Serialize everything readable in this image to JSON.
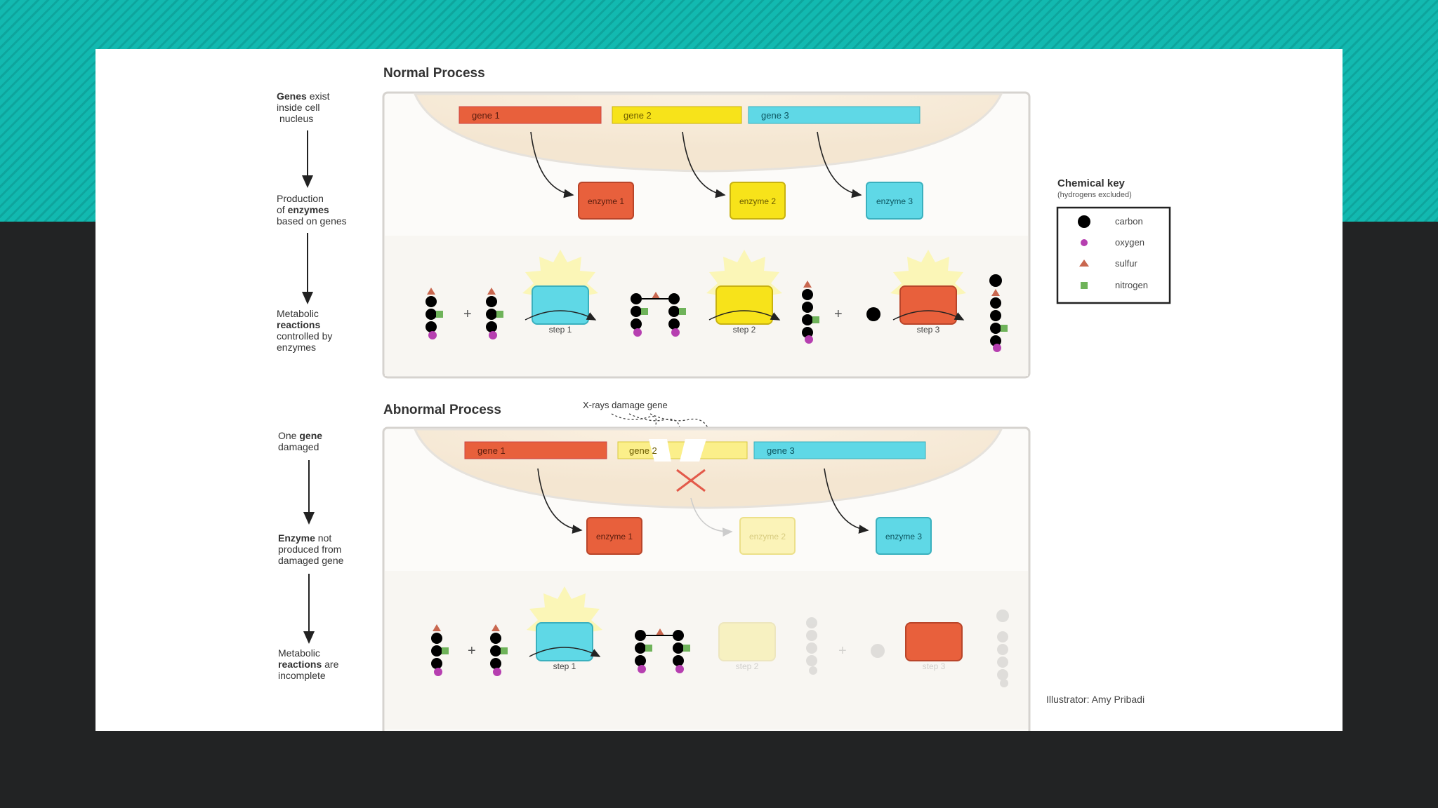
{
  "normal": {
    "title": "Normal Process",
    "side_labels": [
      [
        "Genes",
        " exist"
      ],
      [
        "inside cell"
      ],
      [
        "nucleus"
      ],
      [
        "Production"
      ],
      [
        "of ",
        "enzymes"
      ],
      [
        "based on genes"
      ],
      [
        "Metabolic"
      ],
      [
        "reactions"
      ],
      [
        "controlled by"
      ],
      [
        "enzymes"
      ]
    ],
    "genes": [
      "gene 1",
      "gene 2",
      "gene 3"
    ],
    "enzymes": [
      "enzyme 1",
      "enzyme 2",
      "enzyme 3"
    ],
    "steps": [
      "step 1",
      "step 2",
      "step 3"
    ]
  },
  "abnormal": {
    "title": "Abnormal Process",
    "xray_label": "X-rays damage gene",
    "genes": [
      "gene 1",
      "gene 2",
      "gene 3"
    ],
    "enzymes": [
      "enzyme 1",
      "enzyme 2",
      "enzyme 3"
    ],
    "steps": [
      "step 1",
      "step 2",
      "step 3"
    ]
  },
  "side_abnormal": {
    "l1": [
      "One ",
      "gene"
    ],
    "l2": "damaged",
    "l3": [
      "Enzyme",
      " not"
    ],
    "l4": "produced from",
    "l5": "damaged gene",
    "l6": "Metabolic",
    "l7": [
      "reactions",
      " are"
    ],
    "l8": "incomplete"
  },
  "side_normal": {
    "l1": [
      "Genes",
      " exist"
    ],
    "l2": "inside cell",
    "l3": "nucleus",
    "l4": "Production",
    "l5": [
      "of ",
      "enzymes"
    ],
    "l6": "based on genes",
    "l7": "Metabolic",
    "l8": "reactions",
    "l9": "controlled by",
    "l10": "enzymes"
  },
  "key": {
    "title": "Chemical key",
    "subtitle": "(hydrogens excluded)",
    "items": [
      "carbon",
      "oxygen",
      "sulfur",
      "nitrogen"
    ]
  },
  "plus": "+",
  "credit": "Illustrator: Amy Pribadi",
  "colors": {
    "gene1": "#e8603c",
    "gene2": "#f7e31a",
    "gene3": "#5fd8e6",
    "carbon": "#000000",
    "oxygen": "#b63fb0",
    "sulfur": "#c9674f",
    "nitrogen": "#6fb35a",
    "teal_bg": "#12b9b0",
    "dark_bg": "#222324"
  }
}
